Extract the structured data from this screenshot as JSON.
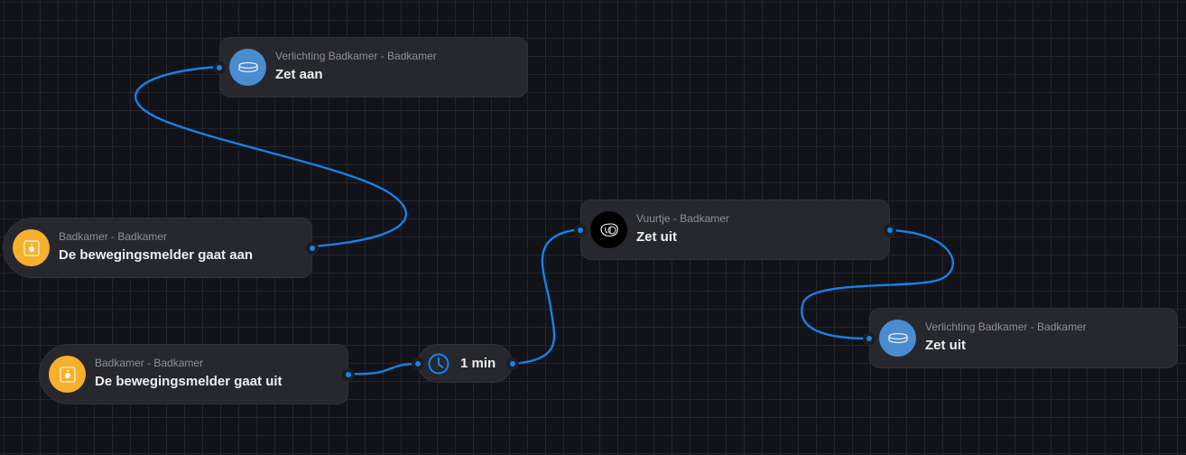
{
  "canvas": {
    "grid": true
  },
  "colors": {
    "background": "#121318",
    "node": "#27282d",
    "wire": "#1681e8",
    "light_icon_bg": "#4a8cd0",
    "sensor_icon_bg": "#f5b12d",
    "fireplace_icon_bg": "#000000"
  },
  "nodes": {
    "light_on": {
      "type": "action",
      "icon": "ceiling-light-icon",
      "subtitle": "Verlichting Badkamer - Badkamer",
      "title": "Zet aan"
    },
    "motion_on": {
      "type": "trigger",
      "icon": "motion-sensor-icon",
      "subtitle": "Badkamer - Badkamer",
      "title": "De bewegingsmelder gaat aan"
    },
    "motion_off": {
      "type": "trigger",
      "icon": "motion-sensor-icon",
      "subtitle": "Badkamer - Badkamer",
      "title": "De bewegingsmelder gaat uit"
    },
    "delay": {
      "type": "delay",
      "icon": "clock-icon",
      "label": "1 min"
    },
    "fireplace_off": {
      "type": "action",
      "icon": "fireplace-icon",
      "subtitle": "Vuurtje - Badkamer",
      "title": "Zet uit"
    },
    "light_off": {
      "type": "action",
      "icon": "ceiling-light-icon",
      "subtitle": "Verlichting Badkamer - Badkamer",
      "title": "Zet uit"
    }
  },
  "connections": [
    {
      "from": "motion_on",
      "to": "light_on"
    },
    {
      "from": "motion_off",
      "to": "delay"
    },
    {
      "from": "delay",
      "to": "fireplace_off"
    },
    {
      "from": "fireplace_off",
      "to": "light_off"
    }
  ]
}
